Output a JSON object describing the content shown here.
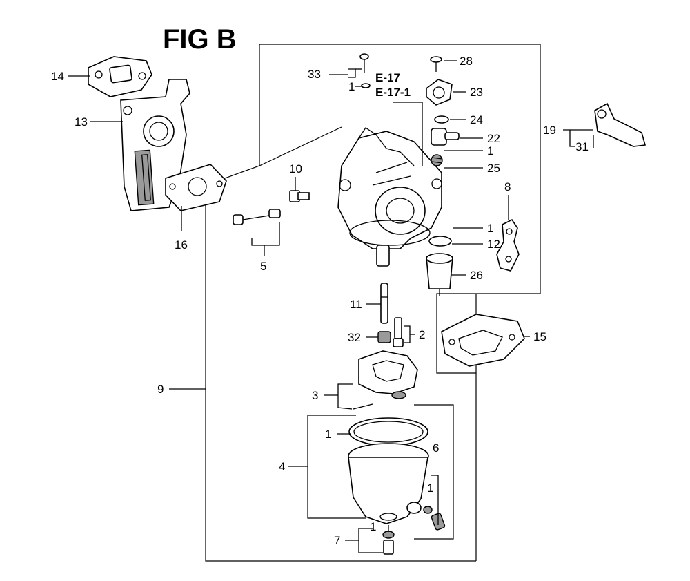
{
  "figure": {
    "title": "FIG B"
  },
  "callouts": {
    "c14": "14",
    "c13": "13",
    "c16": "16",
    "c10": "10",
    "c5": "5",
    "c9": "9",
    "c33": "33",
    "c33_sub": "1",
    "ref_e17": "E-17",
    "ref_e171": "E-17-1",
    "c28": "28",
    "c23": "23",
    "c24": "24",
    "c22": "22",
    "c25_qty": "1",
    "c25": "25",
    "c19": "19",
    "c31": "31",
    "c8": "8",
    "c12_qty": "1",
    "c12": "12",
    "c26": "26",
    "c11": "11",
    "c32": "32",
    "c2": "2",
    "c15": "15",
    "c3": "3",
    "c4": "4",
    "c4_sub": "1",
    "c6": "6",
    "c6_sub": "1",
    "c7": "7",
    "c7_sub": "1"
  }
}
